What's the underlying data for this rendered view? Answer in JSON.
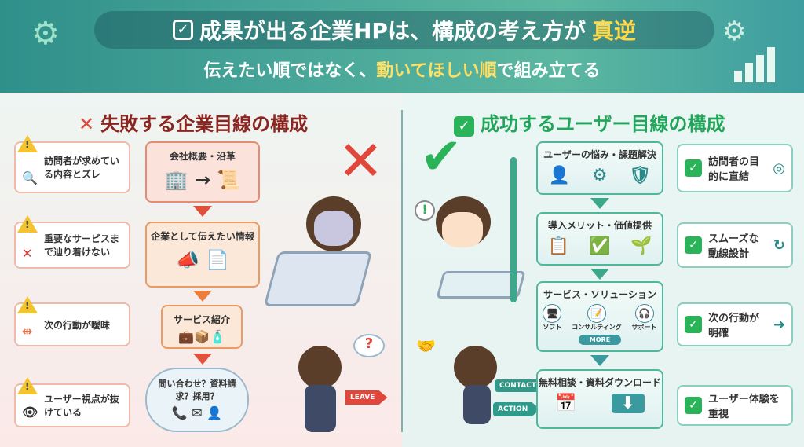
{
  "header": {
    "title_pre": "成果が出る企業HPは、構成の考え方が",
    "title_highlight": "真逆",
    "subtitle_pre": "伝えたい順ではなく、",
    "subtitle_highlight": "動いてほしい順",
    "subtitle_post": "で組み立てる"
  },
  "left": {
    "heading": "失敗する企業目線の構成",
    "problems": [
      {
        "text": "訪問者が求めている内容とズレ"
      },
      {
        "text": "重要なサービスまで辿り着けない"
      },
      {
        "text": "次の行動が曖昧"
      },
      {
        "text": "ユーザー視点が抜けている"
      }
    ],
    "flow": [
      {
        "label": "会社概要・沿革"
      },
      {
        "label": "企業として伝えたい情報"
      },
      {
        "label": "サービス紹介"
      },
      {
        "label": "問い合わせ？資料請求？採用？"
      }
    ],
    "leave_label": "LEAVE"
  },
  "right": {
    "heading": "成功するユーザー目線の構成",
    "flow": [
      {
        "label": "ユーザーの悩み・課題解決"
      },
      {
        "label": "導入メリット・価値提供"
      },
      {
        "label": "サービス・ソリューション",
        "services": [
          "ソフト",
          "コンサルティング",
          "サポート"
        ],
        "more": "MORE"
      },
      {
        "label": "無料相談・資料ダウンロード"
      }
    ],
    "benefits": [
      {
        "text": "訪問者の目的に直結"
      },
      {
        "text": "スムーズな動線設計"
      },
      {
        "text": "次の行動が明確"
      },
      {
        "text": "ユーザー体験を重視"
      }
    ],
    "contact_label": "CONTACT",
    "action_label": "ACTION"
  }
}
